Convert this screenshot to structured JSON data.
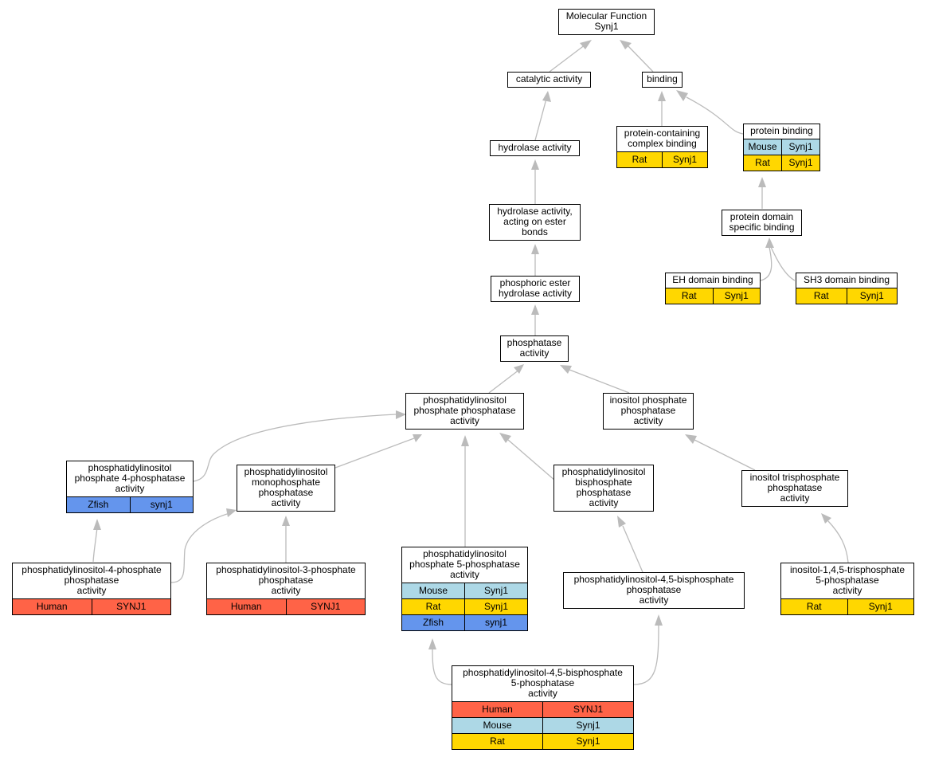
{
  "colors": {
    "Human": "#ff6347",
    "Mouse": "#add8e6",
    "Rat": "#ffd700",
    "Zfish": "#6495ed",
    "edge": "#bbbbbb"
  },
  "nodes": {
    "root": {
      "title": "Molecular Function\nSynj1",
      "orgs": []
    },
    "catalytic": {
      "title": "catalytic activity",
      "orgs": []
    },
    "binding": {
      "title": "binding",
      "orgs": []
    },
    "hydrolase": {
      "title": "hydrolase activity",
      "orgs": []
    },
    "pccb": {
      "title": "protein-containing\ncomplex binding",
      "orgs": [
        [
          "Rat",
          "Synj1"
        ]
      ]
    },
    "protbind": {
      "title": "protein binding",
      "orgs": [
        [
          "Mouse",
          "Synj1"
        ],
        [
          "Rat",
          "Synj1"
        ]
      ]
    },
    "hydro_ester": {
      "title": "hydrolase activity,\nacting on ester\nbonds",
      "orgs": []
    },
    "pdsb": {
      "title": "protein domain\nspecific binding",
      "orgs": []
    },
    "phos_ester": {
      "title": "phosphoric ester\nhydrolase activity",
      "orgs": []
    },
    "ehb": {
      "title": "EH domain binding",
      "orgs": [
        [
          "Rat",
          "Synj1"
        ]
      ]
    },
    "sh3b": {
      "title": "SH3 domain binding",
      "orgs": [
        [
          "Rat",
          "Synj1"
        ]
      ]
    },
    "phosphatase": {
      "title": "phosphatase\nactivity",
      "orgs": []
    },
    "pip_phos": {
      "title": "phosphatidylinositol\nphosphate phosphatase\nactivity",
      "orgs": []
    },
    "ipp": {
      "title": "inositol phosphate\nphosphatase\nactivity",
      "orgs": []
    },
    "pi4p": {
      "title": "phosphatidylinositol\nphosphate 4-phosphatase\nactivity",
      "orgs": [
        [
          "Zfish",
          "synj1"
        ]
      ]
    },
    "pimp": {
      "title": "phosphatidylinositol\nmonophosphate\nphosphatase\nactivity",
      "orgs": []
    },
    "pibp": {
      "title": "phosphatidylinositol\nbisphosphate\nphosphatase\nactivity",
      "orgs": []
    },
    "itpp": {
      "title": "inositol trisphosphate\nphosphatase\nactivity",
      "orgs": []
    },
    "pi4pp": {
      "title": "phosphatidylinositol-4-phosphate\nphosphatase\nactivity",
      "orgs": [
        [
          "Human",
          "SYNJ1"
        ]
      ]
    },
    "pi3pp": {
      "title": "phosphatidylinositol-3-phosphate\nphosphatase\nactivity",
      "orgs": [
        [
          "Human",
          "SYNJ1"
        ]
      ]
    },
    "pi5p": {
      "title": "phosphatidylinositol\nphosphate 5-phosphatase\nactivity",
      "orgs": [
        [
          "Mouse",
          "Synj1"
        ],
        [
          "Rat",
          "Synj1"
        ],
        [
          "Zfish",
          "synj1"
        ]
      ]
    },
    "pi45bp": {
      "title": "phosphatidylinositol-4,5-bisphosphate\nphosphatase\nactivity",
      "orgs": []
    },
    "i145": {
      "title": "inositol-1,4,5-trisphosphate\n5-phosphatase\nactivity",
      "orgs": [
        [
          "Rat",
          "Synj1"
        ]
      ]
    },
    "pi45b5p": {
      "title": "phosphatidylinositol-4,5-bisphosphate\n5-phosphatase\nactivity",
      "orgs": [
        [
          "Human",
          "SYNJ1"
        ],
        [
          "Mouse",
          "Synj1"
        ],
        [
          "Rat",
          "Synj1"
        ]
      ]
    }
  }
}
